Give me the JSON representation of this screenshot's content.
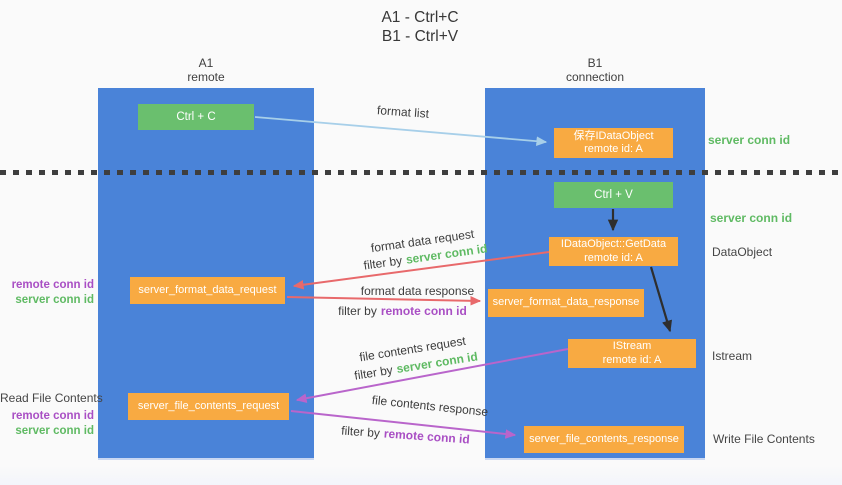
{
  "title": {
    "line1": "A1 - Ctrl+C",
    "line2": "B1 - Ctrl+V"
  },
  "lifelines": {
    "left": {
      "name": "A1",
      "subtitle": "remote"
    },
    "right": {
      "name": "B1",
      "subtitle": "connection"
    }
  },
  "nodes": {
    "ctrl_c": {
      "label": "Ctrl + C"
    },
    "ctrl_v": {
      "label": "Ctrl + V"
    },
    "save_idataobject": {
      "line1": "保存IDataObject",
      "line2": "remote id: A"
    },
    "getdata": {
      "line1": "IDataObject::GetData",
      "line2": "remote id: A"
    },
    "istream": {
      "line1": "IStream",
      "line2": "remote id: A"
    },
    "format_request": {
      "label": "server_format_data_request"
    },
    "format_response": {
      "label": "server_format_data_response"
    },
    "file_request": {
      "label": "server_file_contents_request"
    },
    "file_response": {
      "label": "server_file_contents_response"
    }
  },
  "labels": {
    "format_list": "format list",
    "format_data_request": "format data request",
    "format_data_response": "format data response",
    "file_contents_request": "file contents request",
    "file_contents_response": "file contents response",
    "filter_by": "filter by",
    "server_conn_id": "server conn id",
    "remote_conn_id": "remote conn id",
    "dataobject": "DataObject",
    "istream": "Istream",
    "read_file_contents": "Read File Contents",
    "write_file_contents": "Write File Contents"
  },
  "colors": {
    "blue": "#4a83d8",
    "green": "#6abf6e",
    "orange": "#f8aa42",
    "arrow_black": "#2e2e2e",
    "arrow_red": "#e8696b",
    "arrow_blue": "#a7cfe9",
    "arrow_magenta": "#b965cb",
    "text_dark": "#3d3d3d",
    "text_green": "#5fba63",
    "text_purple": "#a94fc4",
    "dot": "#3e3e3e",
    "background": "#fafafa"
  }
}
